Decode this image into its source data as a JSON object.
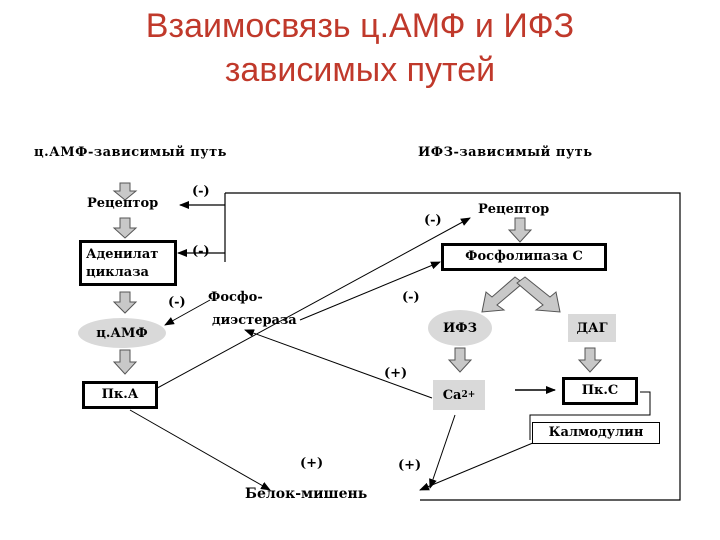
{
  "title": {
    "line1": "Взаимосвязь ц.АМФ и ИФЗ",
    "line2": "зависимых путей"
  },
  "headers": {
    "camp_path": "ц.АМФ-зависимый путь",
    "ip3_path": "ИФЗ-зависимый путь"
  },
  "nodes": {
    "receptor_left": "Рецептор",
    "adenylate_cyclase_1": "Аденилат",
    "adenylate_cyclase_2": "циклаза",
    "camp": "ц.АМФ",
    "pka": "Пк.А",
    "phosphodiesterase_1": "Фосфо-",
    "phosphodiesterase_2": "диэстераза",
    "receptor_right": "Рецептор",
    "phospholipase_c": "Фосфолипаза С",
    "ip3": "ИФЗ",
    "dag": "ДАГ",
    "ca": "Ca",
    "ca_sup": "2+",
    "pkc": "Пк.С",
    "calmodulin": "Калмодулин",
    "target_protein": "Белок-мишень"
  },
  "signs": {
    "receptor_left_inhib": "(-)",
    "cyclase_inhib": "(-)",
    "pde_inhib": "(-)",
    "receptor_right_inhib": "(-)",
    "plc_inhib": "(-)",
    "ca_plus": "(+)",
    "target_plus_left": "(+)",
    "target_plus_right": "(+)"
  }
}
